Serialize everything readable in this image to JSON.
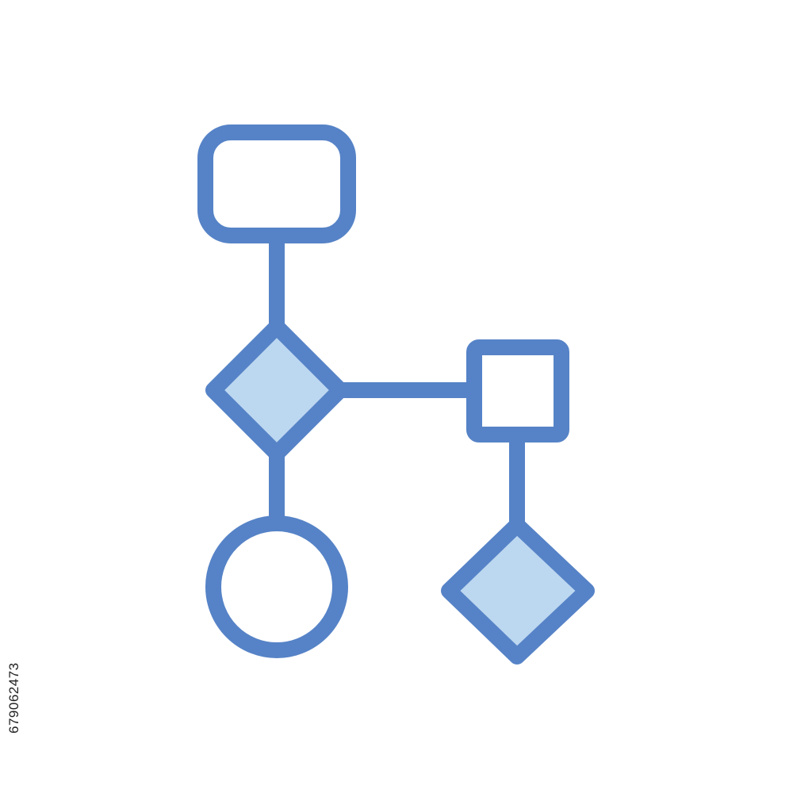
{
  "icon": {
    "name": "flowchart-icon",
    "stroke_color": "#5683c7",
    "decision_fill_color": "#bcd7f0",
    "node_fill_color": "#ffffff",
    "nodes": [
      {
        "id": "start",
        "shape": "rounded-rectangle"
      },
      {
        "id": "decision-1",
        "shape": "diamond"
      },
      {
        "id": "terminal",
        "shape": "circle"
      },
      {
        "id": "process",
        "shape": "square"
      },
      {
        "id": "decision-2",
        "shape": "diamond"
      }
    ],
    "connectors": [
      {
        "from": "start",
        "to": "decision-1"
      },
      {
        "from": "decision-1",
        "to": "terminal"
      },
      {
        "from": "decision-1",
        "to": "process"
      },
      {
        "from": "process",
        "to": "decision-2"
      }
    ]
  },
  "watermark": {
    "stock_id": "679062473"
  }
}
